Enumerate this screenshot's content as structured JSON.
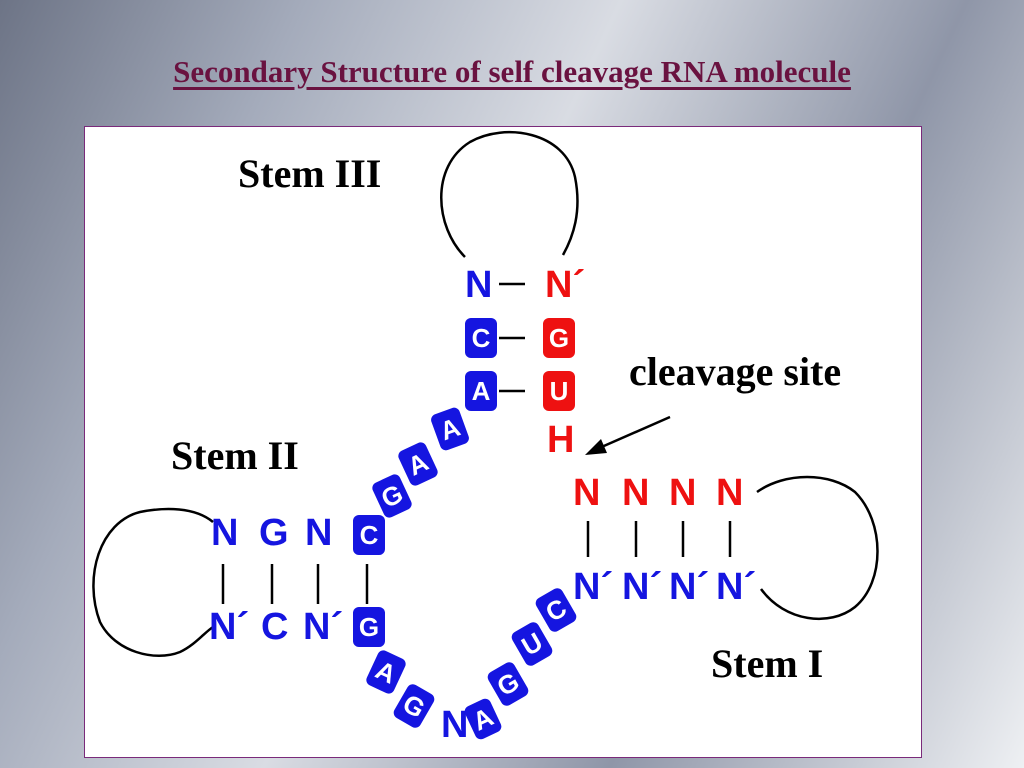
{
  "slide": {
    "title": "Secondary Structure of self cleavage RNA molecule"
  },
  "colors": {
    "title": "#6a1240",
    "blue_nucleotide": "#1515e0",
    "red_nucleotide": "#ee1111",
    "panel_border": "#7a2a7a"
  },
  "labels": {
    "stem1": "Stem I",
    "stem2": "Stem II",
    "stem3": "Stem III",
    "cleavage": "cleavage site"
  },
  "stem3": {
    "pairs": [
      {
        "left": "N",
        "right": "N´"
      },
      {
        "left": "C",
        "right": "G"
      },
      {
        "left": "A",
        "right": "U"
      }
    ],
    "h": "H"
  },
  "linker_upper": [
    "A",
    "A",
    "G"
  ],
  "stem2": {
    "top": [
      "N",
      "G",
      "N",
      "C"
    ],
    "bottom": [
      "N´",
      "C",
      "N´",
      "G"
    ]
  },
  "linker_lower": [
    "A",
    "G",
    "N",
    "A",
    "G",
    "U",
    "C"
  ],
  "stem1": {
    "top": [
      "N",
      "N",
      "N",
      "N"
    ],
    "bottom": [
      "N´",
      "N´",
      "N´",
      "N´"
    ]
  }
}
